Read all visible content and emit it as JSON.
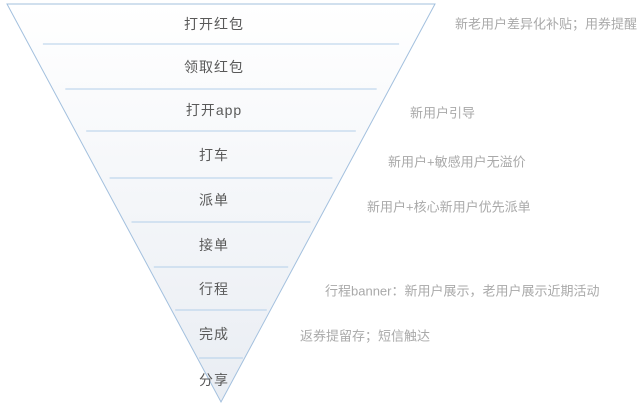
{
  "diagram": {
    "type": "inverted-funnel",
    "levels": [
      {
        "label": "打开红包"
      },
      {
        "label": "领取红包"
      },
      {
        "label": "打开app"
      },
      {
        "label": "打车"
      },
      {
        "label": "派单"
      },
      {
        "label": "接单"
      },
      {
        "label": "行程"
      },
      {
        "label": "完成"
      },
      {
        "label": "分享"
      }
    ],
    "annotations": [
      {
        "text": "新老用户差异化补贴；用券提醒",
        "level": "打开红包"
      },
      {
        "text": "新用户引导",
        "level": "打开app"
      },
      {
        "text": "新用户+敏感用户无溢价",
        "level": "打车"
      },
      {
        "text": "新用户+核心新用户优先派单",
        "level": "派单"
      },
      {
        "text": "行程banner：新用户展示，老用户展示近期活动",
        "level": "行程"
      },
      {
        "text": "返券提留存；短信触达",
        "level": "完成"
      }
    ],
    "colors": {
      "background": "#ffffff",
      "outline": "#a3c0de",
      "divider": "#b3cfe9",
      "fill_top": "#ffffff",
      "fill_bottom": "#e9edf3",
      "label_text": "#595959",
      "annotation_text": "#a9a9a9"
    }
  }
}
